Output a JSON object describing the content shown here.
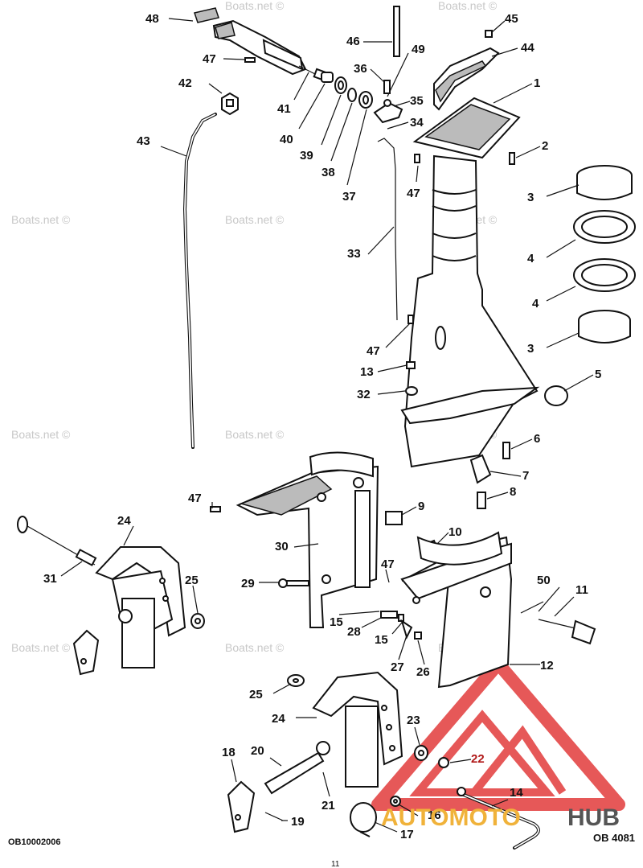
{
  "watermark": "Boats.net ©",
  "callouts": [
    {
      "id": "48",
      "text": "48"
    },
    {
      "id": "47a",
      "text": "47"
    },
    {
      "id": "42",
      "text": "42"
    },
    {
      "id": "43",
      "text": "43"
    },
    {
      "id": "41",
      "text": "41"
    },
    {
      "id": "40",
      "text": "40"
    },
    {
      "id": "39",
      "text": "39"
    },
    {
      "id": "38",
      "text": "38"
    },
    {
      "id": "37",
      "text": "37"
    },
    {
      "id": "36",
      "text": "36"
    },
    {
      "id": "49",
      "text": "49"
    },
    {
      "id": "46",
      "text": "46"
    },
    {
      "id": "45",
      "text": "45"
    },
    {
      "id": "44",
      "text": "44"
    },
    {
      "id": "1",
      "text": "1"
    },
    {
      "id": "2",
      "text": "2"
    },
    {
      "id": "35",
      "text": "35"
    },
    {
      "id": "34",
      "text": "34"
    },
    {
      "id": "47b",
      "text": "47"
    },
    {
      "id": "3a",
      "text": "3"
    },
    {
      "id": "4a",
      "text": "4"
    },
    {
      "id": "4b",
      "text": "4"
    },
    {
      "id": "3b",
      "text": "3"
    },
    {
      "id": "33",
      "text": "33"
    },
    {
      "id": "47c",
      "text": "47"
    },
    {
      "id": "13",
      "text": "13"
    },
    {
      "id": "32",
      "text": "32"
    },
    {
      "id": "5",
      "text": "5"
    },
    {
      "id": "6",
      "text": "6"
    },
    {
      "id": "7",
      "text": "7"
    },
    {
      "id": "8",
      "text": "8"
    },
    {
      "id": "9",
      "text": "9"
    },
    {
      "id": "10",
      "text": "10"
    },
    {
      "id": "47d",
      "text": "47"
    },
    {
      "id": "30",
      "text": "30"
    },
    {
      "id": "24a",
      "text": "24"
    },
    {
      "id": "31",
      "text": "31"
    },
    {
      "id": "25a",
      "text": "25"
    },
    {
      "id": "29",
      "text": "29"
    },
    {
      "id": "47e",
      "text": "47"
    },
    {
      "id": "50",
      "text": "50"
    },
    {
      "id": "11",
      "text": "11"
    },
    {
      "id": "15a",
      "text": "15"
    },
    {
      "id": "28",
      "text": "28"
    },
    {
      "id": "15b",
      "text": "15"
    },
    {
      "id": "27",
      "text": "27"
    },
    {
      "id": "26",
      "text": "26"
    },
    {
      "id": "12",
      "text": "12"
    },
    {
      "id": "25b",
      "text": "25"
    },
    {
      "id": "24b",
      "text": "24"
    },
    {
      "id": "23",
      "text": "23"
    },
    {
      "id": "22",
      "text": "22"
    },
    {
      "id": "18",
      "text": "18"
    },
    {
      "id": "20",
      "text": "20"
    },
    {
      "id": "21",
      "text": "21"
    },
    {
      "id": "14",
      "text": "14"
    },
    {
      "id": "16",
      "text": "16"
    },
    {
      "id": "19",
      "text": "19"
    },
    {
      "id": "17",
      "text": "17"
    }
  ],
  "footer": {
    "left_code": "OB10002006",
    "right_code": "OB 4081",
    "page_number": "11"
  },
  "brand": {
    "part1": "AUTOMOTO",
    "part2": "HUB",
    "accent": "#f0b23a",
    "dark": "#555555",
    "triangle": "#e23b3b"
  }
}
